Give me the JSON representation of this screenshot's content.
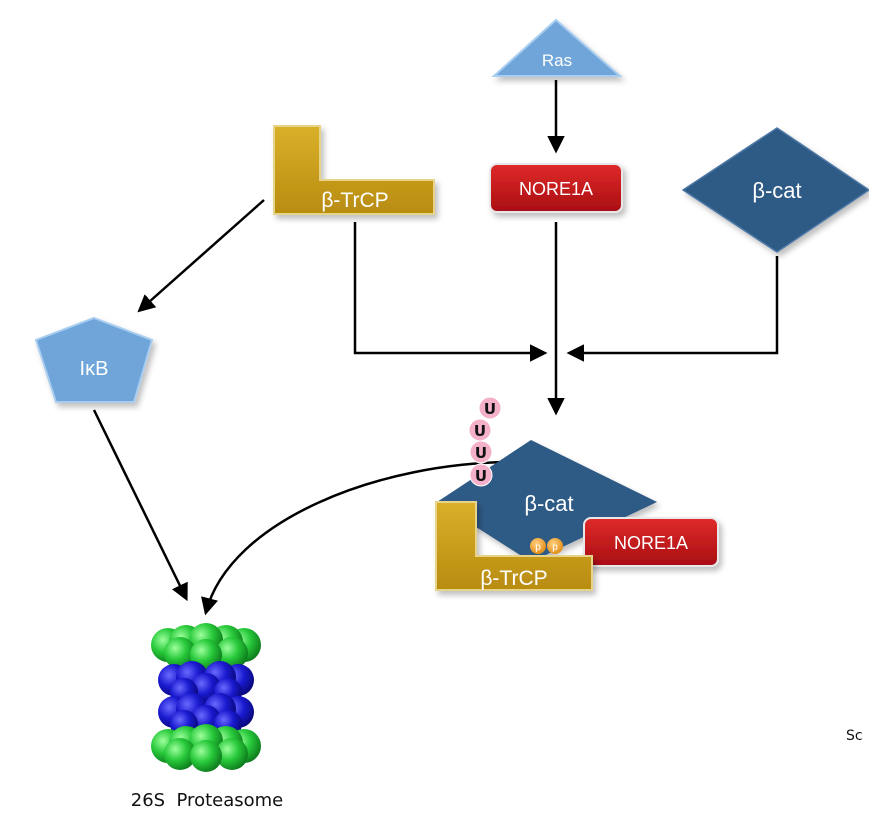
{
  "nodes": {
    "ras": "Ras",
    "nore1a_top": "NORE1A",
    "btrcp_top": "β-TrCP",
    "bcat_top": "β-cat",
    "ikb": "IκB",
    "bcat_complex": "β-cat",
    "btrcp_complex": "β-TrCP",
    "nore1a_complex": "NORE1A"
  },
  "ubiquitin_label": "U",
  "phospho_label": "p",
  "proteasome_label": "26S  Proteasome",
  "corner_text": "Sc",
  "colors": {
    "ras_blue": "#6fa5d9",
    "nore1a_red": "#c8151c",
    "btrcp_gold": "#c9a016",
    "bcat_navy": "#2f5a86",
    "ikb_blue": "#6fa5d9",
    "ubiquitin_pink": "#f3b0c8",
    "phospho_orange": "#f39a1c",
    "proteasome_green": "#2ecc40",
    "proteasome_blue": "#1a1acc"
  }
}
